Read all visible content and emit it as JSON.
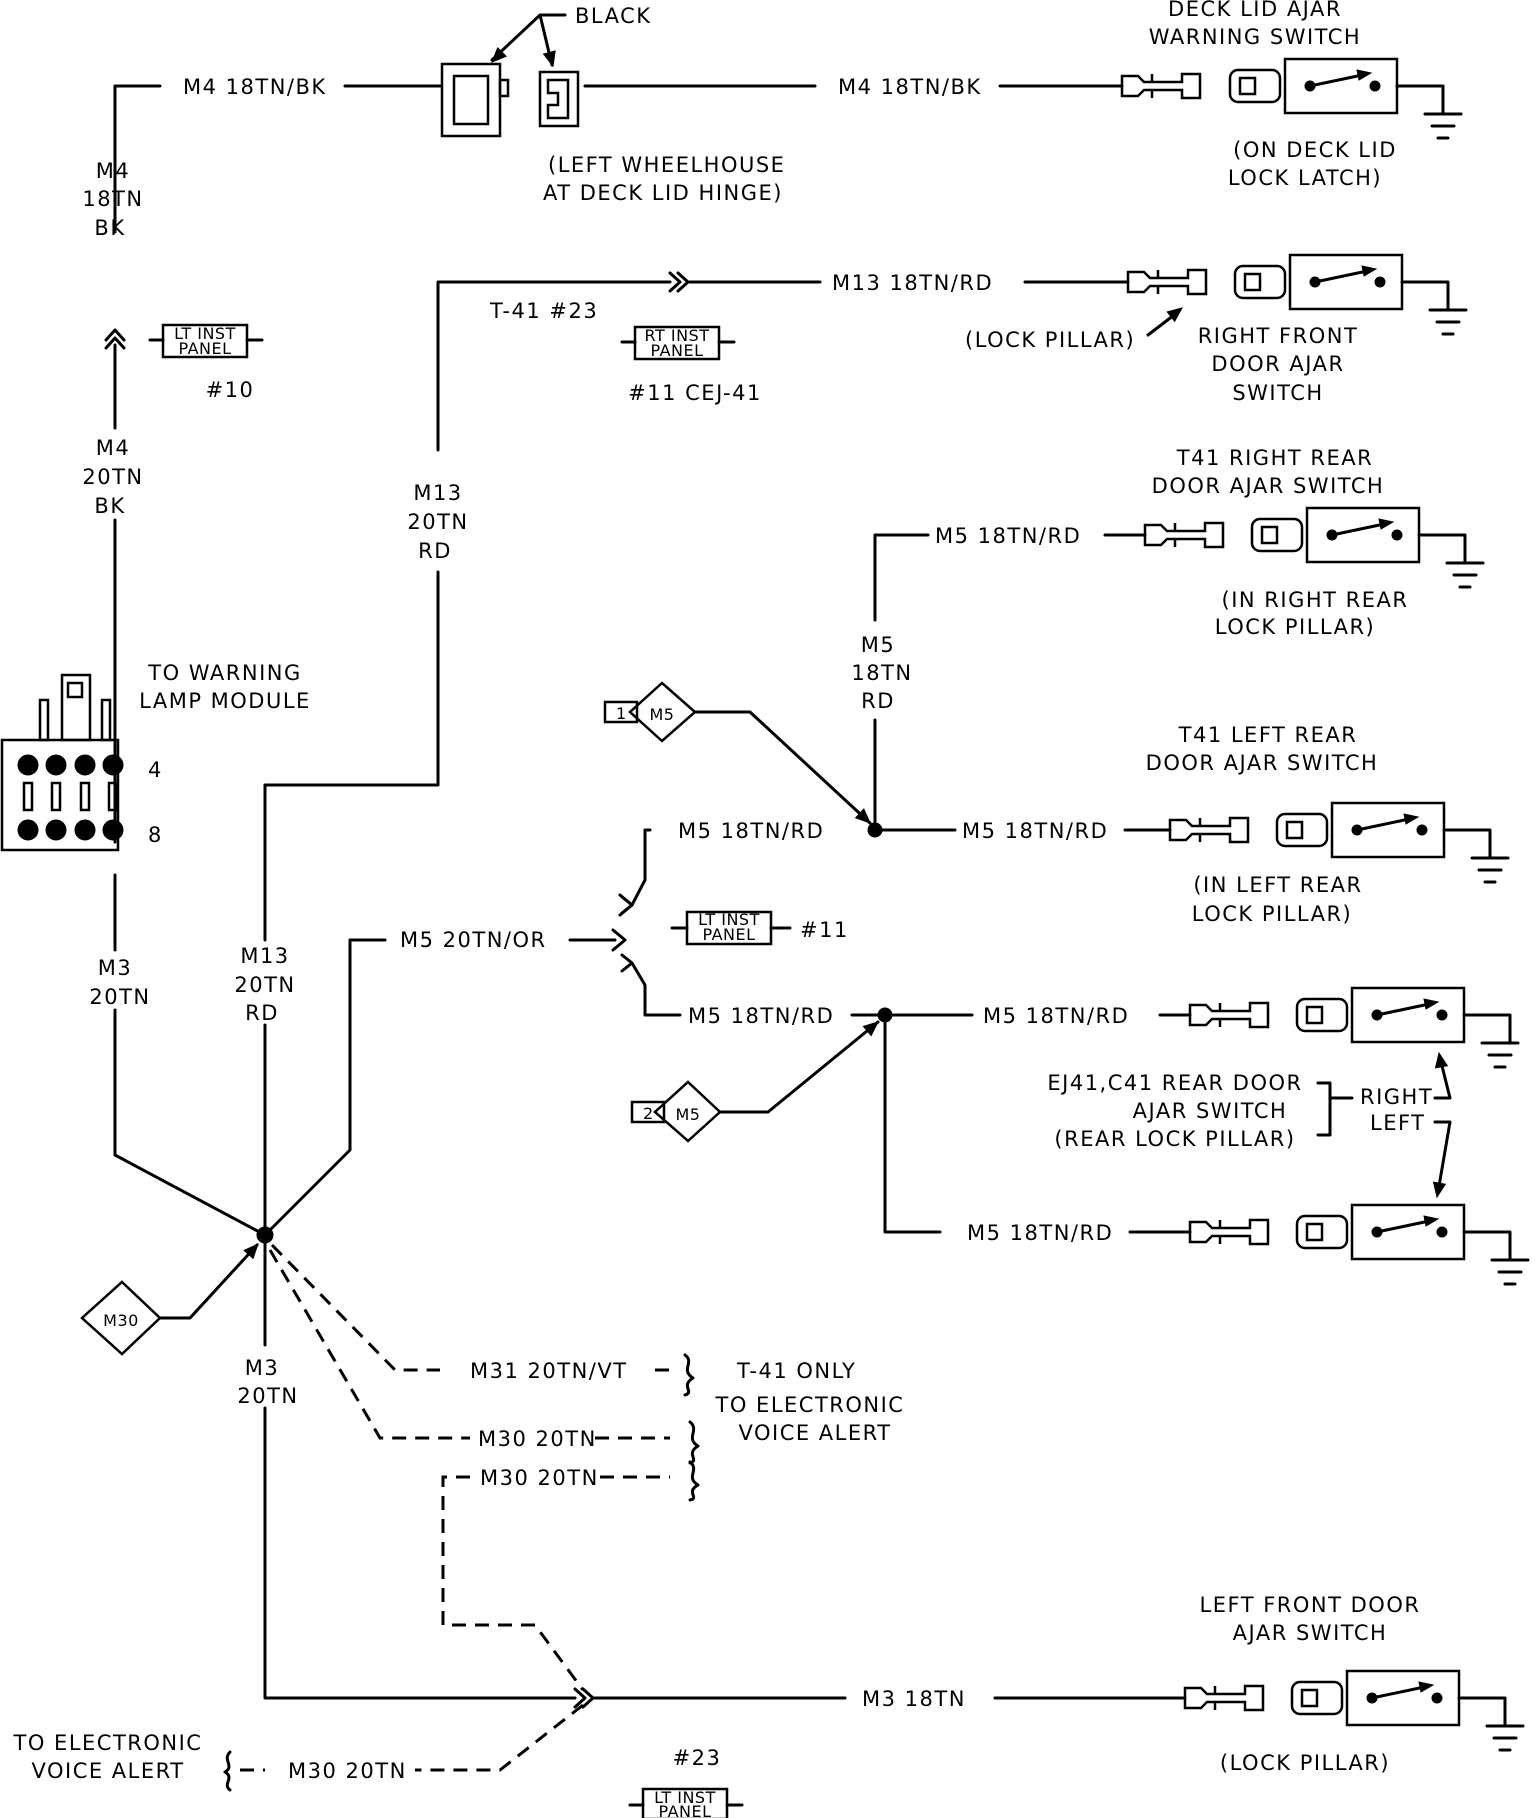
{
  "labels": {
    "black": "BLACK",
    "deck_lid_switch_l1": "DECK LID AJAR",
    "deck_lid_switch_l2": "WARNING SWITCH",
    "m4_top_left": "M4 18TN/BK",
    "m4_top_right": "M4 18TN/BK",
    "wheelhouse_l1": "(LEFT WHEELHOUSE",
    "wheelhouse_l2": "AT DECK LID HINGE)",
    "deck_lid_loc_l1": "(ON DECK LID",
    "deck_lid_loc_l2": "LOCK LATCH)",
    "m4_vert_1": "M4",
    "m4_vert_2": "18TN",
    "m4_vert_3": "BK",
    "m4_low_1": "M4",
    "m4_low_2": "20TN",
    "m4_low_3": "BK",
    "lt_inst_top": "LT INST",
    "lt_inst_bot": "PANEL",
    "lt_inst_num_10": "#10",
    "t41_23": "T-41  #23",
    "m13_top": "M13 18TN/RD",
    "rt_inst_top": "RT INST",
    "rt_inst_bot": "PANEL",
    "rt_inst_num": "#11 CEJ-41",
    "lock_pillar_rf": "(LOCK PILLAR)",
    "rf_switch_l1": "RIGHT FRONT",
    "rf_switch_l2": "DOOR AJAR",
    "rf_switch_l3": "SWITCH",
    "m13_vert_1": "M13",
    "m13_vert_2": "20TN",
    "m13_vert_3": "RD",
    "rr_switch_l1": "T41 RIGHT REAR",
    "rr_switch_l2": "DOOR AJAR SWITCH",
    "m5_rr": "M5 18TN/RD",
    "rr_loc_l1": "(IN RIGHT REAR",
    "rr_loc_l2": "LOCK PILLAR)",
    "m5_vert_1": "M5",
    "m5_vert_2": "18TN",
    "m5_vert_3": "RD",
    "to_warning_l1": "TO WARNING",
    "to_warning_l2": "LAMP MODULE",
    "pin_4": "4",
    "pin_8": "8",
    "m5_tag": "M5",
    "ref_1": "1",
    "ref_2": "2",
    "lr_switch_l1": "T41 LEFT REAR",
    "lr_switch_l2": "DOOR AJAR SWITCH",
    "m5_splice_left": "M5 18TN/RD",
    "m5_lr": "M5 18TN/RD",
    "lr_loc_l1": "(IN LEFT REAR",
    "lr_loc_l2": "LOCK PILLAR)",
    "m5_20tn_or": "M5 20TN/OR",
    "lt_inst_num_11": "#11",
    "m3_vert_1": "M3",
    "m3_vert_2": "20TN",
    "m13_low_1": "M13",
    "m13_low_2": "20TN",
    "m13_low_3": "RD",
    "m5_splice2_left": "M5 18TN/RD",
    "m5_ej_top": "M5 18TN/RD",
    "ej41_l1": "EJ41,C41 REAR DOOR",
    "ej41_l2": "AJAR SWITCH",
    "ej41_l3": "(REAR LOCK PILLAR)",
    "right": "RIGHT",
    "left": "LEFT",
    "m5_ej_bot": "M5 18TN/RD",
    "m30_tag": "M30",
    "m3_low_1": "M3",
    "m3_low_2": "20TN",
    "m31": "M31 20TN/VT",
    "t41_only": "T-41 ONLY",
    "to_eva_l1": "TO ELECTRONIC",
    "to_eva_l2": "VOICE ALERT",
    "m30_a": "M30 20TN",
    "m30_b": "M30 20TN",
    "lf_switch_l1": "LEFT FRONT DOOR",
    "lf_switch_l2": "AJAR SWITCH",
    "m3_18tn": "M3 18TN",
    "to_eva_bottom_l1": "TO ELECTRONIC",
    "to_eva_bottom_l2": "VOICE ALERT",
    "m30_bottom": "M30 20TN",
    "num_23": "#23",
    "lock_pillar_lf": "(LOCK PILLAR)"
  }
}
